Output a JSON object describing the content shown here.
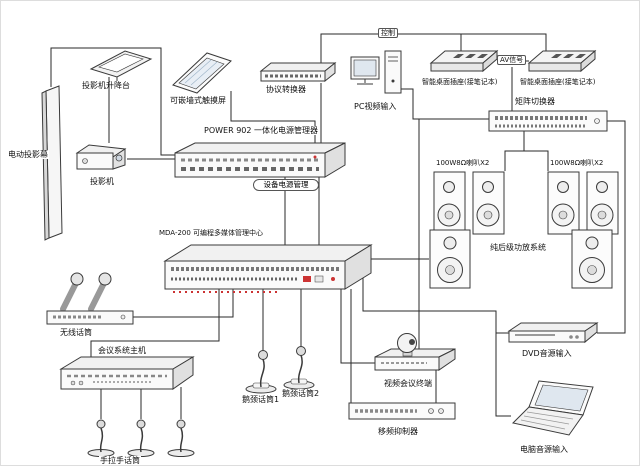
{
  "diagram": {
    "colors": {
      "wire": "#2a2a2a",
      "device_stroke": "#3a3a3a",
      "device_fill": "#fafafa",
      "accent_red": "#cc3333",
      "screen_tint": "#dfe7ef"
    },
    "bus_labels": {
      "control": "控制",
      "av_signal": "AV信号"
    },
    "devices": {
      "electric_screen": "电动投影幕",
      "projector_lift": "投影机升降台",
      "projector": "投影机",
      "touch_screen": "可嵌墙式触摸屏",
      "protocol_converter": "协议转换器",
      "pc_video_input": "PC视频输入",
      "smart_socket_1": "智能桌面插座(接笔记本)",
      "smart_socket_2": "智能桌面插座(接笔记本)",
      "matrix_switcher": "矩阵切换器",
      "power_902": "POWER 902 一体化电源管理器",
      "device_power_mgmt": "设备电源管理",
      "speakers_left": "100W8Ω喇叭X2",
      "speakers_right": "100W8Ω喇叭X2",
      "amp_system": "纯后级功放系统",
      "mda_200": "MDA-200 可编程多媒体管理中心",
      "wireless_mic": "无线话筒",
      "conference_host": "会议系统主机",
      "hand_mics": "手拉手话筒",
      "gooseneck_mic_1": "鹅颈话筒1",
      "gooseneck_mic_2": "鹅颈话筒2",
      "video_terminal": "视频会议终端",
      "frequency_shifter": "移频抑制器",
      "dvd_input": "DVD音源输入",
      "computer_audio": "电脑音源输入"
    }
  }
}
